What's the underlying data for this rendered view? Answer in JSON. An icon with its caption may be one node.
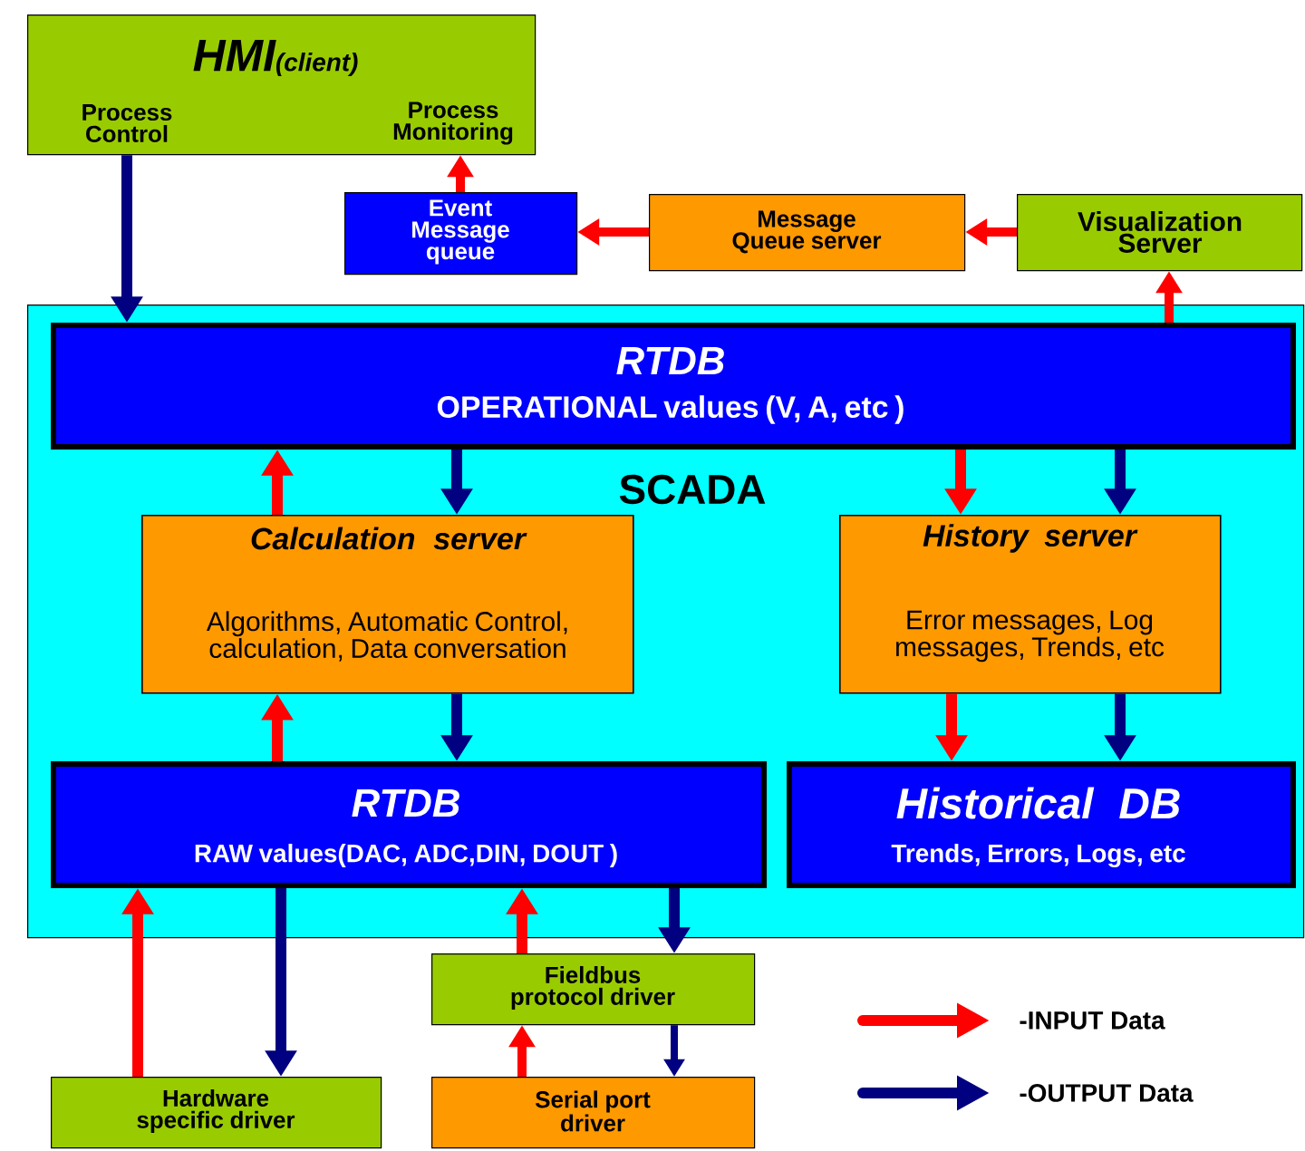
{
  "diagram": {
    "nodes": [
      {
        "text": [
          "HMI",
          "(client)",
          "Process Control",
          "Process Monitoring"
        ]
      },
      {
        "text": [
          "Event Message queue"
        ]
      },
      {
        "text": [
          "Message Queue server"
        ]
      },
      {
        "text": [
          "Visualization Server"
        ]
      },
      {
        "text": [
          "SCADA"
        ]
      },
      {
        "text": [
          "RTDB",
          "OPERATIONAL values (V, A, etc   )"
        ],
        "in": 4
      },
      {
        "text": [
          "Calculation server",
          "Algorithms, Automatic Control, calculation, Data conversation"
        ],
        "in": 4
      },
      {
        "text": [
          "History server",
          "Error messages, Log messages, Trends, etc"
        ],
        "in": 4
      },
      {
        "text": [
          "RTDB",
          "RAW values(DAC, ADC,DIN, DOUT )"
        ],
        "in": 4
      },
      {
        "text": [
          "Historical DB",
          "Trends, Errors, Logs, etc"
        ],
        "in": 4
      },
      {
        "text": [
          "Fieldbus protocol driver"
        ]
      },
      {
        "text": [
          "Hardware specific driver"
        ]
      },
      {
        "text": [
          "Serial port driver"
        ]
      }
    ],
    "edges": [
      {
        "from": 0,
        "to": 5,
        "arrow": "to",
        "color": "#000080"
      },
      {
        "from": 1,
        "to": 0,
        "arrow": "to",
        "color": "#ff0000"
      },
      {
        "from": 2,
        "to": 1,
        "arrow": "to",
        "color": "#ff0000"
      },
      {
        "from": 3,
        "to": 2,
        "arrow": "to",
        "color": "#ff0000"
      },
      {
        "from": 5,
        "to": 3,
        "arrow": "to",
        "color": "#ff0000"
      },
      {
        "from": 6,
        "to": 5,
        "arrow": "to",
        "color": "#ff0000"
      },
      {
        "from": 5,
        "to": 6,
        "arrow": "to",
        "color": "#000080"
      },
      {
        "from": 5,
        "to": 7,
        "arrow": "to",
        "color": "#ff0000"
      },
      {
        "from": 5,
        "to": 7,
        "arrow": "to",
        "color": "#000080"
      },
      {
        "from": 7,
        "to": 9,
        "arrow": "to",
        "color": "#ff0000"
      },
      {
        "from": 7,
        "to": 9,
        "arrow": "to",
        "color": "#000080"
      },
      {
        "from": 8,
        "to": 6,
        "arrow": "to",
        "color": "#ff0000"
      },
      {
        "from": 6,
        "to": 8,
        "arrow": "to",
        "color": "#000080"
      },
      {
        "from": 11,
        "to": 8,
        "arrow": "to",
        "color": "#ff0000"
      },
      {
        "from": 8,
        "to": 11,
        "arrow": "to",
        "color": "#000080"
      },
      {
        "from": 10,
        "to": 8,
        "arrow": "to",
        "color": "#ff0000"
      },
      {
        "from": 8,
        "to": 10,
        "arrow": "to",
        "color": "#000080"
      },
      {
        "from": 12,
        "to": 10,
        "arrow": "to",
        "color": "#ff0000"
      },
      {
        "from": 10,
        "to": 12,
        "arrow": "to",
        "color": "#000080"
      }
    ],
    "legend": [
      {
        "text": "-INPUT Data"
      },
      {
        "text": "-OUTPUT Data"
      }
    ]
  }
}
